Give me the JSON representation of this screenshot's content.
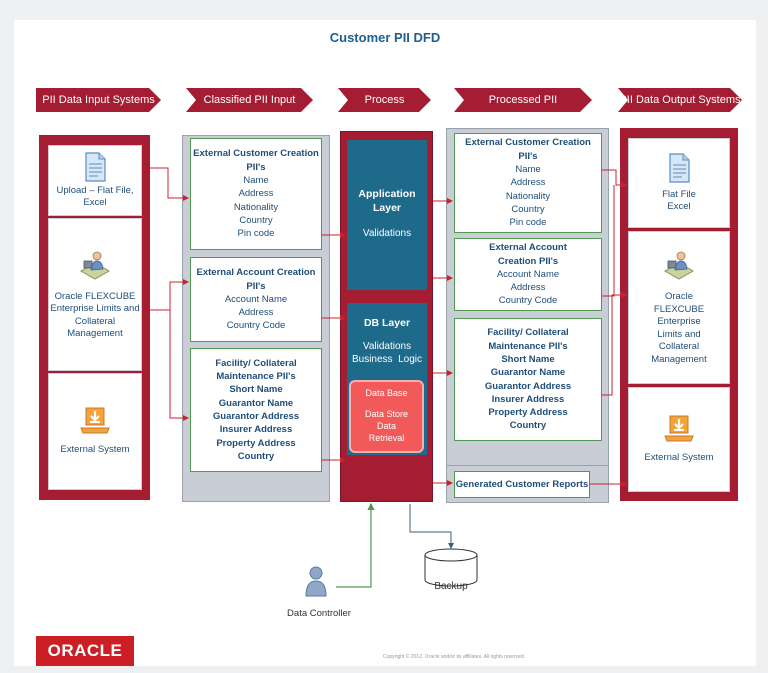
{
  "title": "Customer PII DFD",
  "headers": [
    "PII Data Input Systems",
    "Classified PII Input",
    "Process",
    "Processed PII",
    "PII Data Output Systems"
  ],
  "input_systems": [
    {
      "label": "Upload – Flat File, Excel",
      "icon": "document-icon"
    },
    {
      "label": "Oracle FLEXCUBE Enterprise Limits and Collateral Management",
      "icon": "user-workstation-icon"
    },
    {
      "label": "External System",
      "icon": "laptop-download-icon"
    }
  ],
  "classified_input": [
    {
      "title": "External Customer Creation PII's",
      "items": [
        "Name",
        "Address",
        "Nationality",
        "Country",
        "Pin code"
      ]
    },
    {
      "title": "External Account Creation PII's",
      "items": [
        "Account Name",
        "Address",
        "Country Code"
      ]
    },
    {
      "title": "Facility/ Collateral Maintenance PII's",
      "items": [
        "Short Name",
        "Guarantor Name",
        "Guarantor Address",
        "Insurer Address",
        "Property Address",
        "Country"
      ]
    }
  ],
  "process": {
    "app_layer": {
      "title": "Application Layer",
      "sub": "Validations"
    },
    "db_layer": {
      "title": "DB Layer",
      "sub1": "Validations",
      "sub2": "Business  Logic"
    },
    "data_store": {
      "line1": "Data Base",
      "line2": "Data Store",
      "line3": "Data",
      "line4": "Retrieval"
    }
  },
  "processed_pii": [
    {
      "title": "External Customer Creation PII's",
      "items": [
        "Name",
        "Address",
        "Nationality",
        "Country",
        "Pin code"
      ]
    },
    {
      "title": "External Account Creation PII's",
      "items": [
        "Account Name",
        "Address",
        "Country Code"
      ]
    },
    {
      "title": "Facility/ Collateral Maintenance PII's",
      "items": [
        "Short Name",
        "Guarantor Name",
        "Guarantor Address",
        "Insurer Address",
        "Property Address",
        "Country"
      ]
    }
  ],
  "generated_reports": "Generated Customer Reports",
  "output_systems": [
    {
      "label": "Flat File Excel",
      "icon": "document-icon"
    },
    {
      "label": "Oracle FLEXCUBE Enterprise Limits and Collateral Management",
      "icon": "user-workstation-icon"
    },
    {
      "label": "External System",
      "icon": "laptop-download-icon"
    }
  ],
  "actors": {
    "controller": "Data Controller",
    "backup": "Backup"
  },
  "footer": {
    "logo": "ORACLE",
    "copyright": "Copyright © 2012, Oracle and/or its affiliates. All rights reserved."
  },
  "colors": {
    "header_red": "#a51d33",
    "process_blue": "#1d6a8a",
    "title_blue": "#1f5f8f",
    "box_green": "#4f9a4f",
    "data_store_red": "#f25a5a"
  }
}
